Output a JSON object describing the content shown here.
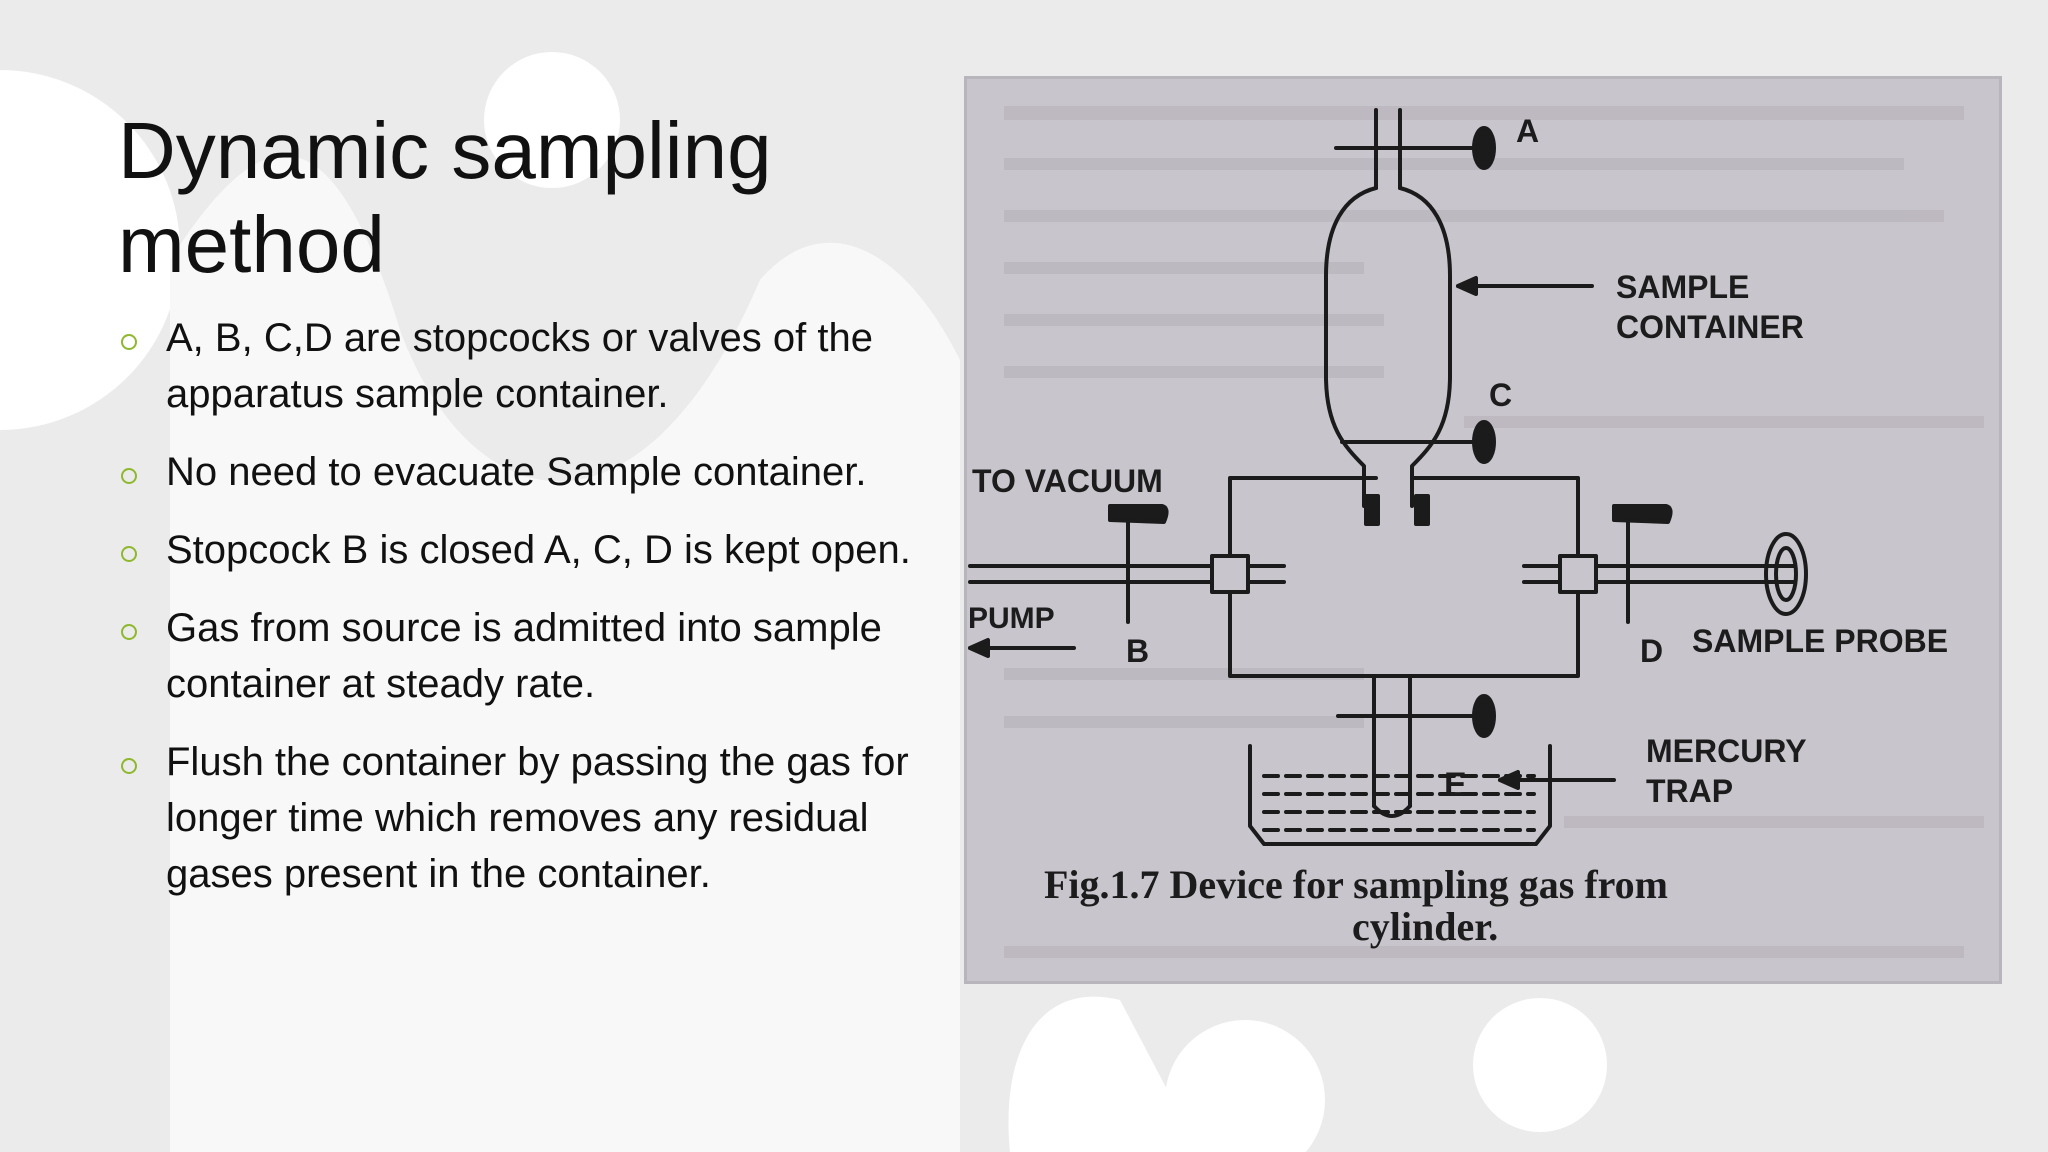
{
  "slide": {
    "title_line1": "Dynamic sampling",
    "title_line2": "method",
    "bullets": [
      "A, B, C,D are stopcocks or valves of the apparatus sample container.",
      "No need to evacuate Sample container.",
      "Stopcock B is closed A, C, D is kept open.",
      "Gas from source is admitted into sample container at steady rate.",
      "Flush the container by passing the gas for longer time which removes any residual gases present in the container."
    ]
  },
  "figure": {
    "label_a": "A",
    "label_b": "B",
    "label_c": "C",
    "label_d": "D",
    "label_e": "E",
    "label_sample": "SAMPLE",
    "label_container": "CONTAINER",
    "label_to_vacuum": "TO VACUUM",
    "label_pump": "PUMP",
    "label_sample_probe": "SAMPLE PROBE",
    "label_mercury": "MERCURY",
    "label_trap": "TRAP",
    "caption_line1": "Fig.1.7 Device for sampling gas from",
    "caption_line2": "cylinder."
  },
  "colors": {
    "background": "#ebebeb",
    "bullet_accent": "#8fb82f",
    "photo_paper": "#c9c5cd"
  }
}
